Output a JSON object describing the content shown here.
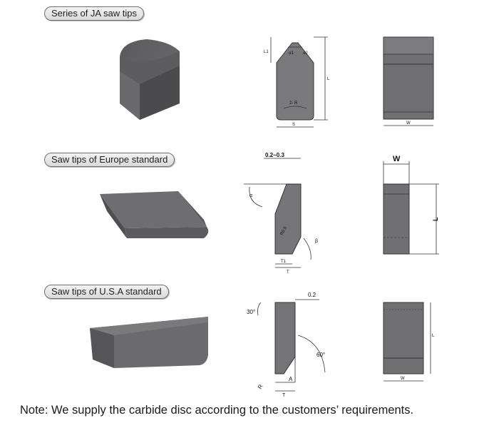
{
  "sections": [
    {
      "title": "Series of JA saw tips",
      "labels": {
        "l1": "L1",
        "a1": "α1",
        "a2": "α2",
        "L": "L",
        "r": "2- R",
        "s": "S",
        "w": "W"
      }
    },
    {
      "title": "Saw tips of Europe standard",
      "labels": {
        "top": "0.2~0.3",
        "w": "W",
        "angle": "α",
        "r": "R0.5",
        "beta": "β",
        "t1": "T1",
        "t": "T",
        "L": "L"
      }
    },
    {
      "title": "Saw tips of U.S.A standard",
      "labels": {
        "top": "0.2",
        "a30": "30°",
        "a60": "60°",
        "r": "R",
        "a": "A",
        "t": "T",
        "L": "L",
        "w": "W"
      }
    }
  ],
  "note": "Note: We supply the carbide disc according to the customers’ requirements.",
  "colors": {
    "tip_dark": "#4d4d4f",
    "tip_mid": "#6b6b6d",
    "tip_light": "#8a8a8c",
    "drawing_fill": "#6f6f71"
  }
}
